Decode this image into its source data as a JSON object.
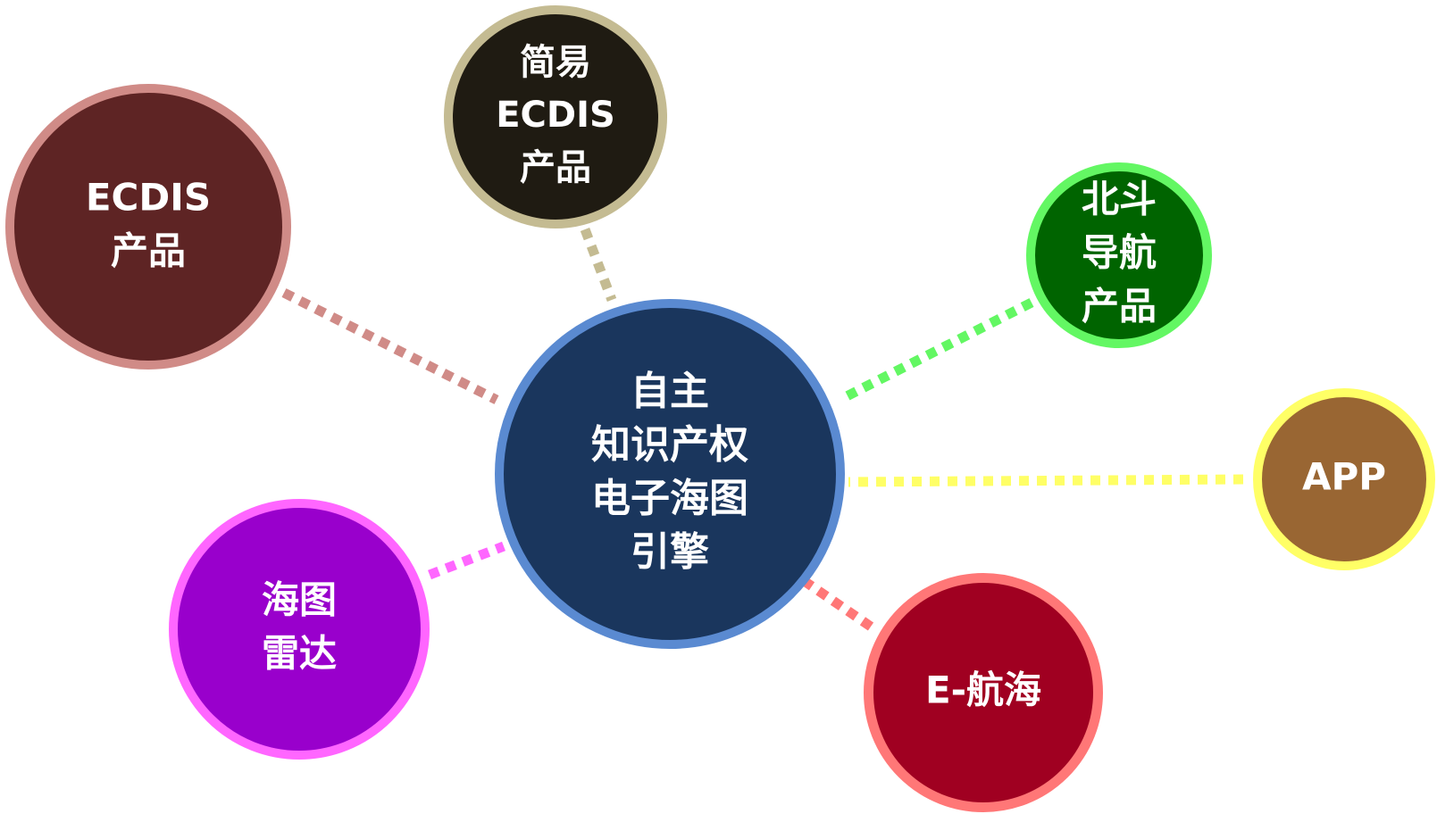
{
  "center": {
    "lines": [
      "自主",
      "知识产权",
      "电子海图",
      "引擎"
    ],
    "fill": "#1A365D",
    "ring": "#5A8AD1"
  },
  "nodes": [
    {
      "id": "ecdis-products",
      "lines": [
        "ECDIS",
        "产品"
      ],
      "fill": "#5E2424",
      "ring": "#D08B87",
      "link": "#D08B87"
    },
    {
      "id": "simple-ecdis-products",
      "lines": [
        "简易",
        "ECDIS",
        "产品"
      ],
      "fill": "#1F1B12",
      "ring": "#C4BB92",
      "link": "#C4BB92"
    },
    {
      "id": "beidou-navigation-products",
      "lines": [
        "北斗",
        "导航",
        "产品"
      ],
      "fill": "#006400",
      "ring": "#63F763",
      "link": "#63F763"
    },
    {
      "id": "app",
      "lines": [
        "APP"
      ],
      "fill": "#996633",
      "ring": "#FFFF66",
      "link": "#FFFF66"
    },
    {
      "id": "e-navigation",
      "lines": [
        "E-航海"
      ],
      "fill": "#A00021",
      "ring": "#FF7777",
      "link": "#FF7777"
    },
    {
      "id": "chart-radar",
      "lines": [
        "海图",
        "雷达"
      ],
      "fill": "#9900CC",
      "ring": "#FF66FF",
      "link": "#FF66FF"
    }
  ]
}
